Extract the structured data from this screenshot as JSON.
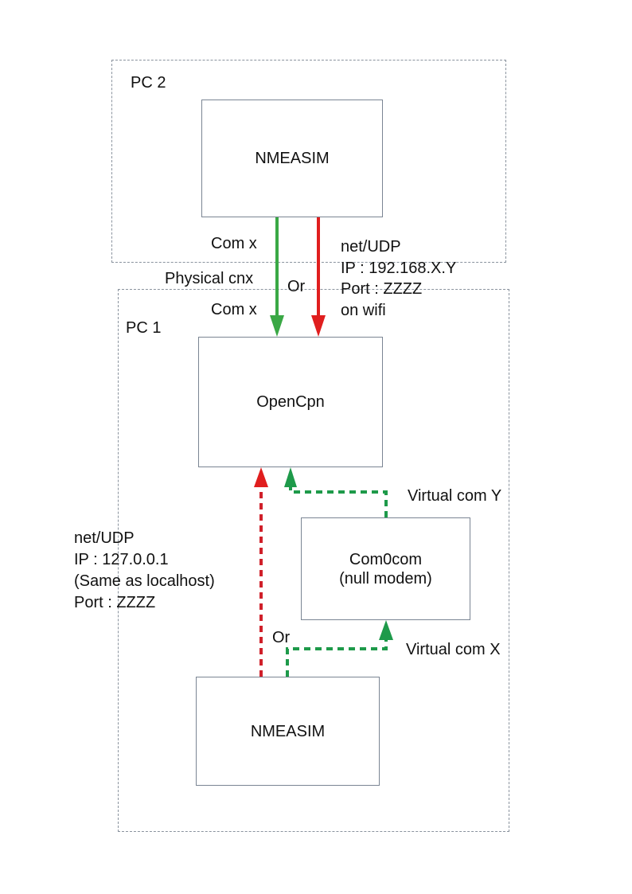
{
  "diagram": {
    "groups": [
      {
        "id": "pc2",
        "label": "PC 2"
      },
      {
        "id": "pc1",
        "label": "PC 1"
      }
    ],
    "nodes": {
      "nmeasim_pc2": "NMEASIM",
      "opencpn": "OpenCpn",
      "com0com_line1": "Com0com",
      "com0com_line2": "(null modem)",
      "nmeasim_pc1": "NMEASIM"
    },
    "labels": {
      "com_x_top": "Com x",
      "physical_cnx": "Physical cnx",
      "or_top": "Or",
      "com_x_bottom": "Com x",
      "wifi_udp": [
        "net/UDP",
        "IP : 192.168.X.Y",
        "Port : ZZZZ",
        "on wifi"
      ],
      "local_udp": [
        "net/UDP",
        "IP : 127.0.0.1",
        "(Same as localhost)",
        "Port : ZZZZ"
      ],
      "virtual_com_y": "Virtual com Y",
      "virtual_com_x": "Virtual com X",
      "or_bottom": "Or"
    },
    "edges": [
      {
        "from": "nmeasim_pc2",
        "to": "opencpn",
        "style": "solid",
        "color": "#3aa845",
        "meaning": "Com x physical connection"
      },
      {
        "from": "nmeasim_pc2",
        "to": "opencpn",
        "style": "solid",
        "color": "#e01e1e",
        "meaning": "net/UDP on wifi"
      },
      {
        "from": "nmeasim_pc1",
        "to": "opencpn",
        "style": "dashed",
        "color": "#d0202a",
        "meaning": "net/UDP localhost"
      },
      {
        "from": "nmeasim_pc1",
        "to": "com0com",
        "style": "dashed",
        "color": "#1e9a4a",
        "meaning": "Virtual com X"
      },
      {
        "from": "com0com",
        "to": "opencpn",
        "style": "dashed",
        "color": "#1e9a4a",
        "meaning": "Virtual com Y"
      }
    ],
    "colors": {
      "green": "#3aa845",
      "red": "#e01e1e",
      "dashed_red": "#d0202a",
      "dashed_green": "#1e9a4a",
      "box_border": "#7a8593",
      "group_border": "#8a939e"
    }
  }
}
